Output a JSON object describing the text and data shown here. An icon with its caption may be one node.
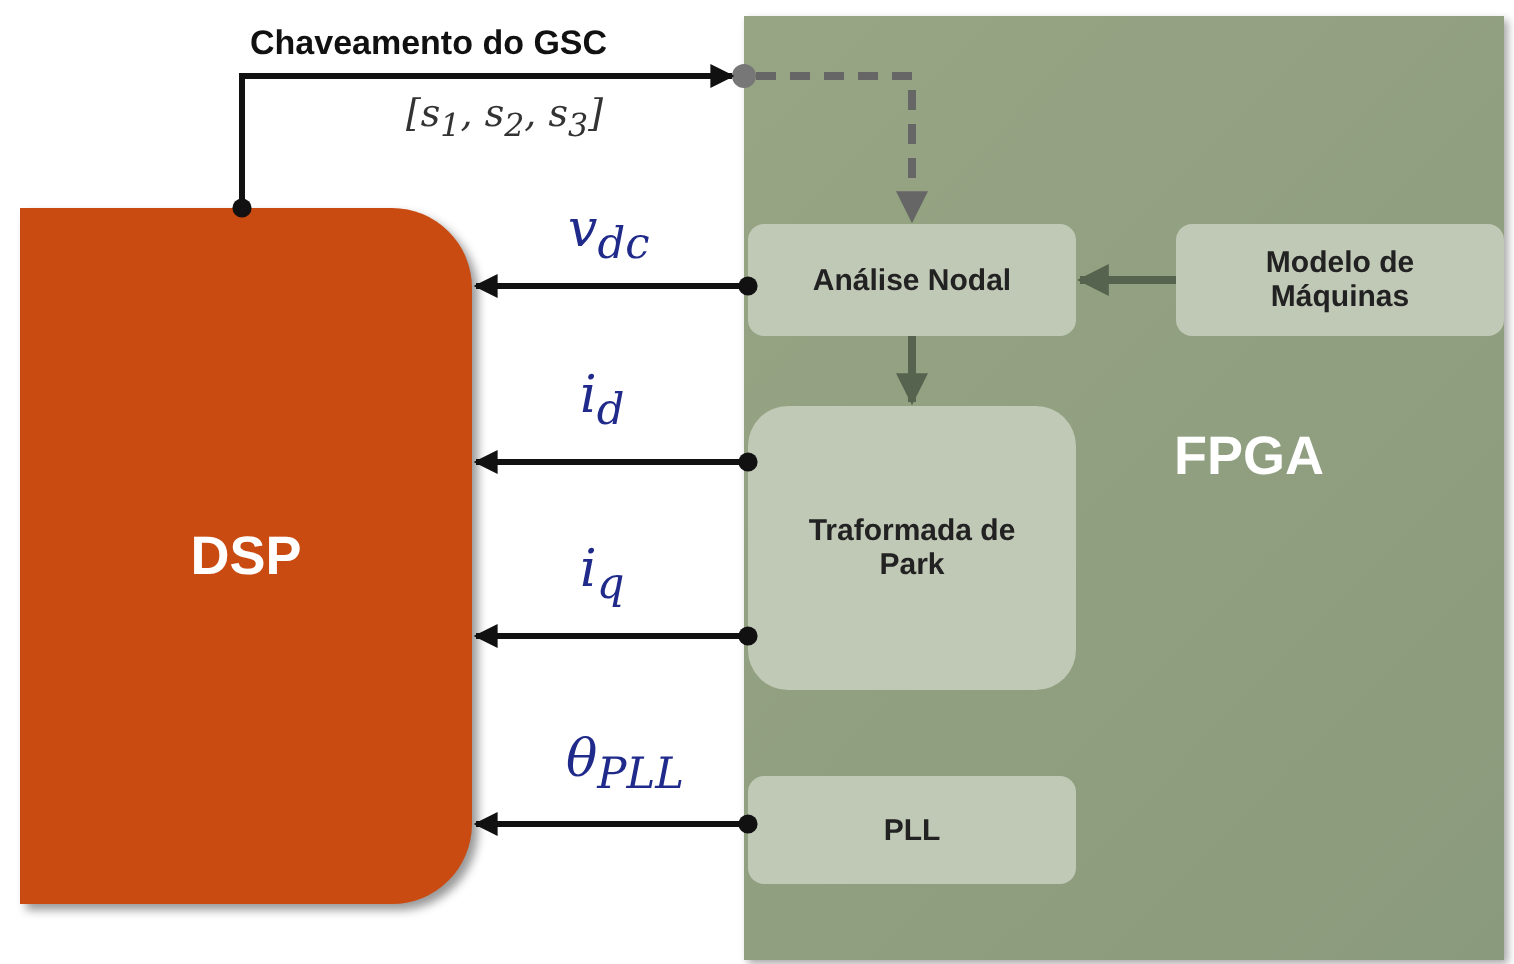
{
  "diagram": {
    "nodes": [
      {
        "text": [
          "FPGA"
        ]
      },
      {
        "text": [
          "Análise Nodal"
        ],
        "in": 0
      },
      {
        "text": [
          "Modelo de Máquinas"
        ],
        "in": 0
      },
      {
        "text": [
          "Traformada de Park"
        ],
        "in": 0
      },
      {
        "text": [
          "PLL"
        ],
        "in": 0
      },
      {
        "text": [
          "DSP"
        ]
      },
      {
        "text": [],
        "shape": "circle"
      }
    ],
    "edges": [
      {
        "from": 5,
        "to": 6,
        "arrow": "to",
        "label": "Chaveamento do GSC"
      },
      {
        "from": 6,
        "to": 1,
        "arrow": "to",
        "style": "dashed",
        "color": "#666666"
      },
      {
        "from": 2,
        "to": 1,
        "arrow": "to",
        "color": "#56634f"
      },
      {
        "from": 1,
        "to": 3,
        "arrow": "to",
        "color": "#56634f"
      },
      {
        "from": 1,
        "to": 5,
        "arrow": "to",
        "label": "v$_{dc}$"
      },
      {
        "from": 3,
        "to": 5,
        "arrow": "to",
        "label": "i$_{d}$"
      },
      {
        "from": 3,
        "to": 5,
        "arrow": "to",
        "label": "i$_{q}$"
      },
      {
        "from": 4,
        "to": 5,
        "arrow": "to",
        "label": "θ$_{PLL}$"
      }
    ],
    "labels": [
      "[s$_{1}$, s$_{2}$, s$_{3}$]"
    ]
  }
}
